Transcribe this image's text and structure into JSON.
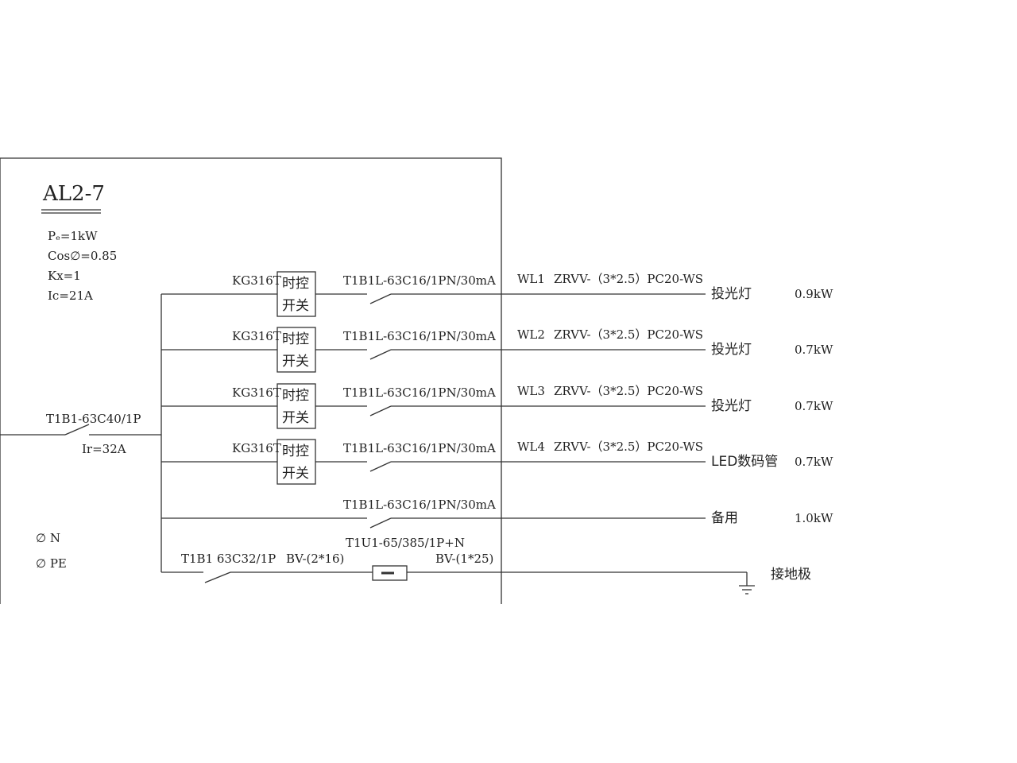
{
  "panel": {
    "title": "AL2-7",
    "params": [
      "Pₑ=1kW",
      "Cos∅=0.85",
      "Kx=1",
      "Ic=21A"
    ]
  },
  "incoming": {
    "breaker": "T1B1-63C40/1P",
    "setting": "Ir=32A"
  },
  "branches": [
    {
      "switch": "KG316T",
      "switch_box": [
        "时控",
        "开关"
      ],
      "breaker": "T1B1L-63C16/1PN/30mA",
      "circuit": "WL1",
      "cable": "ZRVV-（3*2.5）PC20-WS",
      "load": "投光灯",
      "power": "0.9kW"
    },
    {
      "switch": "KG316T",
      "switch_box": [
        "时控",
        "开关"
      ],
      "breaker": "T1B1L-63C16/1PN/30mA",
      "circuit": "WL2",
      "cable": "ZRVV-（3*2.5）PC20-WS",
      "load": "投光灯",
      "power": "0.7kW"
    },
    {
      "switch": "KG316T",
      "switch_box": [
        "时控",
        "开关"
      ],
      "breaker": "T1B1L-63C16/1PN/30mA",
      "circuit": "WL3",
      "cable": "ZRVV-（3*2.5）PC20-WS",
      "load": "投光灯",
      "power": "0.7kW"
    },
    {
      "switch": "KG316T",
      "switch_box": [
        "时控",
        "开关"
      ],
      "breaker": "T1B1L-63C16/1PN/30mA",
      "circuit": "WL4",
      "cable": "ZRVV-（3*2.5）PC20-WS",
      "load": "LED数码管",
      "power": "0.7kW"
    }
  ],
  "spare": {
    "breaker": "T1B1L-63C16/1PN/30mA",
    "load": "备用",
    "power": "1.0kW"
  },
  "surge": {
    "breaker": "T1B1 63C32/1P",
    "cable_in": "BV-(2*16)",
    "spd": "T1U1-65/385/1P+N",
    "cable_out": "BV-(1*25)",
    "ground": "接地极"
  },
  "legend": {
    "n": "∅  N",
    "pe": "∅  PE"
  }
}
